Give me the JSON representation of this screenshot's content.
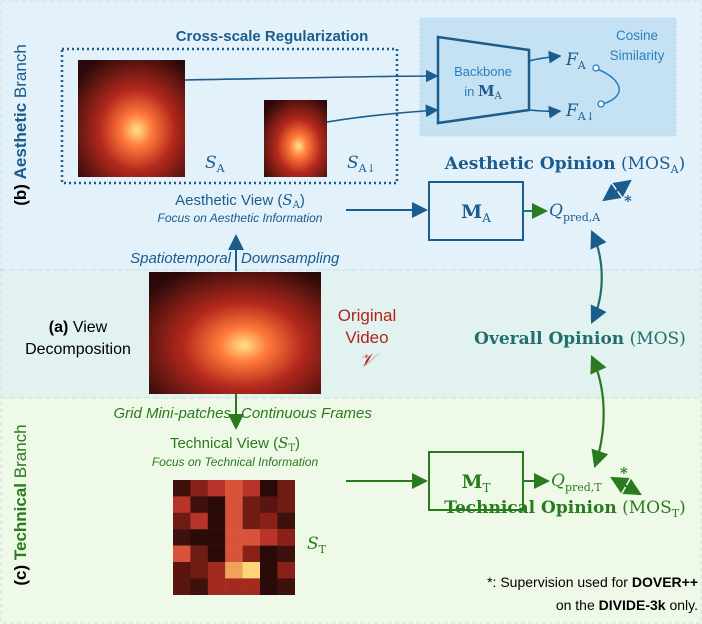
{
  "colors": {
    "aesthetic": "#1b5c8c",
    "technical": "#2a7a1e",
    "overall": "#1f6f6c",
    "video": "#b32317",
    "aesthetic_bg": "#e3f1fb",
    "view_bg": "#e2f2f0",
    "technical_bg": "#eef9e7"
  },
  "aesthetic_branch": {
    "label_tag": "(b)",
    "label_bold": "Aesthetic",
    "label_rest": "Branch",
    "cross_scale_title": "Cross-scale Regularization",
    "s_a": "S",
    "s_a_sub": "A",
    "s_a_down_sub": "A↓",
    "backbone_line1": "Backbone",
    "backbone_line2": "in ",
    "backbone_m": "M",
    "backbone_sub": "A",
    "f_a": "F",
    "f_a_sub": "A",
    "f_a_down_sub": "A↓",
    "cosine_line1": "Cosine",
    "cosine_line2": "Similarity",
    "opinion_bold": "Aesthetic Opinion",
    "opinion_mos": "(MOS",
    "opinion_sub": "A",
    "opinion_close": ")",
    "model": "M",
    "model_sub": "A",
    "q": "Q",
    "q_sub": "pred,A",
    "view_title": "Aesthetic View (",
    "view_s": "S",
    "view_sub": "A",
    "view_close": ")",
    "view_focus": "Focus on Aesthetic Information",
    "downsampling_left": "Spatiotemporal",
    "downsampling_right": "Downsampling",
    "star": "*"
  },
  "view_decomposition": {
    "label_tag": "(a)",
    "label_rest": "View",
    "label_line2": "Decomposition",
    "video_line1": "Original",
    "video_line2": "Video",
    "video_symbol": "𝒱",
    "overall_bold": "Overall Opinion",
    "overall_mos": "(MOS)"
  },
  "technical_branch": {
    "label_tag": "(c)",
    "label_bold": "Technical",
    "label_rest": "Branch",
    "sampling_left": "Grid Mini-patches",
    "sampling_right": "Continuous Frames",
    "view_title": "Technical View (",
    "view_s": "S",
    "view_sub": "T",
    "view_close": ")",
    "view_focus": "Focus on Technical Information",
    "model": "M",
    "model_sub": "T",
    "q": "Q",
    "q_sub": "pred,T",
    "opinion_bold": "Technical Opinion",
    "opinion_mos": "(MOS",
    "opinion_sub": "T",
    "opinion_close": ")",
    "s_t": "S",
    "s_t_sub": "T",
    "star": "*"
  },
  "footnote": {
    "line1_pre": "*: Supervision used for ",
    "line1_bold": "DOVER++",
    "line2_pre": "on the ",
    "line2_bold": "DIVIDE-3k",
    "line2_post": " only."
  }
}
